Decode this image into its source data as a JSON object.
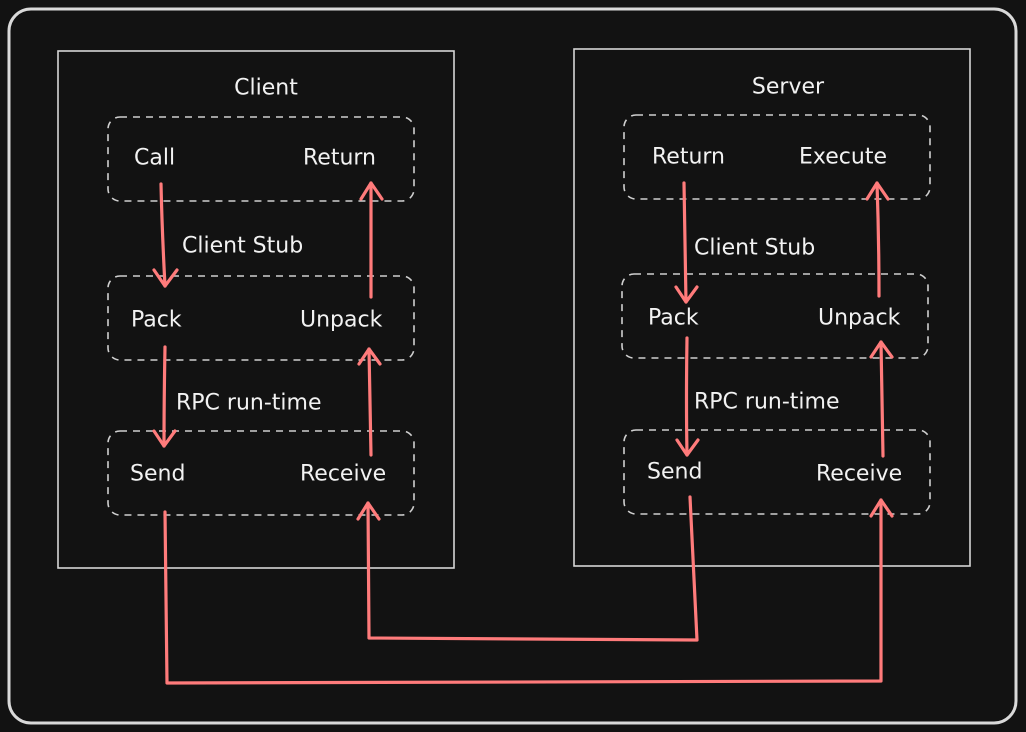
{
  "client": {
    "title": "Client",
    "app_call": "Call",
    "app_return": "Return",
    "stub_label": "Client Stub",
    "stub_pack": "Pack",
    "stub_unpack": "Unpack",
    "runtime_label": "RPC run-time",
    "rt_send": "Send",
    "rt_receive": "Receive"
  },
  "server": {
    "title": "Server",
    "app_return": "Return",
    "app_execute": "Execute",
    "stub_label": "Client Stub",
    "stub_pack": "Pack",
    "stub_unpack": "Unpack",
    "runtime_label": "RPC run-time",
    "rt_send": "Send",
    "rt_receive": "Receive"
  },
  "colors": {
    "background": "#121212",
    "frame": "#d9d9d9",
    "arrow": "#ff7b7b",
    "text": "#f2f2f2"
  }
}
